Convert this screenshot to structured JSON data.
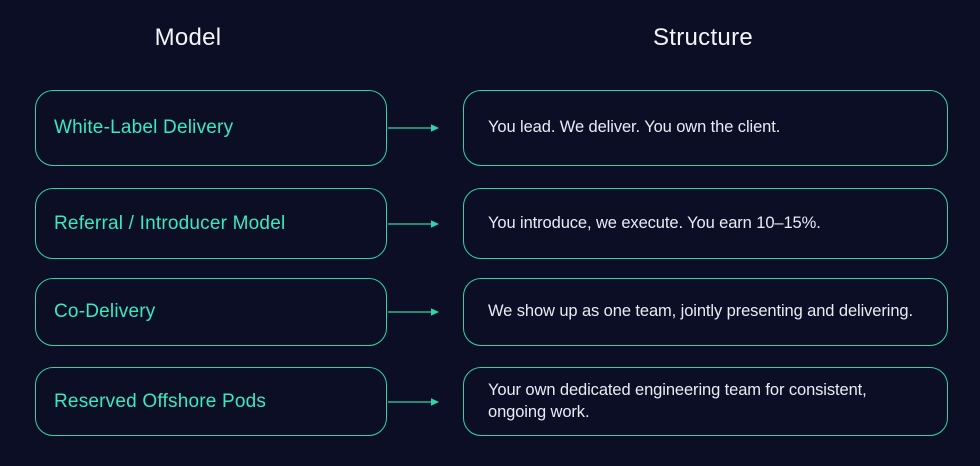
{
  "page": {
    "background_color": "#0c0e26",
    "accent_color": "#2fd5a7",
    "model_label_color": "#3ae9c0",
    "text_color": "#e9ebf2"
  },
  "headers": {
    "left": "Model",
    "right": "Structure"
  },
  "rows": [
    {
      "model": "White-Label Delivery",
      "structure": "You lead. We deliver. You own the client."
    },
    {
      "model": "Referral / Introducer Model",
      "structure": "You introduce, we execute. You earn 10–15%."
    },
    {
      "model": "Co-Delivery",
      "structure": "We show up as one team, jointly presenting and delivering."
    },
    {
      "model": "Reserved Offshore Pods",
      "structure": "Your own dedicated engineering team for consistent,\nongoing work."
    }
  ]
}
